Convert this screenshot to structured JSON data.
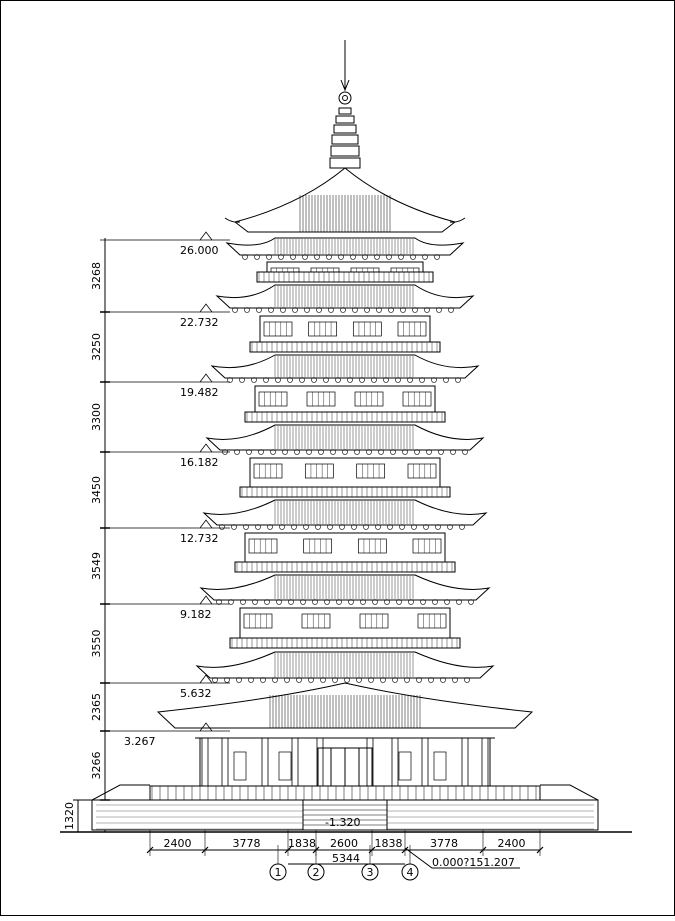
{
  "drawing": {
    "level_marks": [
      "26.000",
      "22.732",
      "19.482",
      "16.182",
      "12.732",
      "9.182",
      "5.632",
      "3.267",
      "-1.320",
      "0.000?151.207"
    ],
    "height_dims": [
      "3268",
      "3250",
      "3300",
      "3450",
      "3549",
      "3550",
      "2365",
      "3266",
      "1320"
    ],
    "bottom_dims": [
      "2400",
      "3778",
      "1838",
      "2600",
      "1838",
      "3778",
      "2400"
    ],
    "overall_dim": "5344",
    "axis_labels": [
      "1",
      "2",
      "3",
      "4"
    ]
  }
}
